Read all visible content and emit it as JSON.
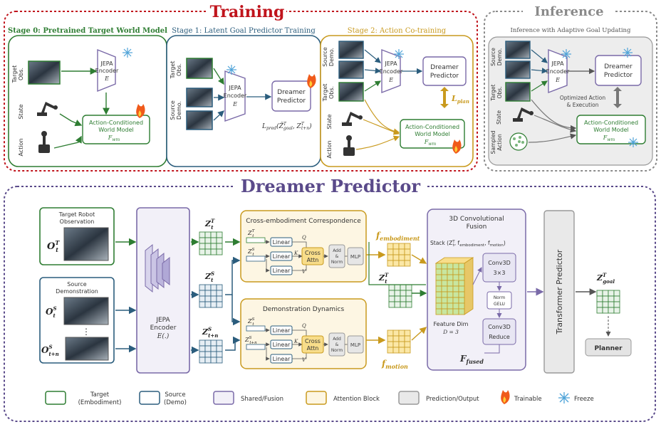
{
  "training": {
    "title": "Training",
    "stage0": {
      "title": "Stage 0: Pretrained Target World Model",
      "label_target_obs_1": "Target",
      "label_target_obs_2": "Obs.",
      "label_state": "State",
      "label_action": "Action",
      "encoder_1": "JEPA",
      "encoder_2": "Encoder",
      "encoder_3": "E",
      "wm_1": "Action-Conditioned",
      "wm_2": "World Model",
      "wm_3": "F",
      "wm_sub": "wm"
    },
    "stage1": {
      "title": "Stage 1: Latent Goal Predictor Training",
      "label_target_obs_1": "Target",
      "label_target_obs_2": "Obs.",
      "label_source_demo_1": "Source",
      "label_source_demo_2": "Demo.",
      "encoder_1": "JEPA",
      "encoder_2": "Encoder",
      "encoder_3": "E",
      "predictor_1": "Dreamer",
      "predictor_2": "Predictor",
      "loss_main": "L",
      "loss_sub": "pred",
      "loss_args": "(Ẑ",
      "loss_args_sup": "T",
      "loss_args_sub1": "goal",
      "loss_args_mid": ", Z",
      "loss_args_sup2": "T",
      "loss_args_sub2": "t+n",
      "loss_args_end": ")"
    },
    "stage2": {
      "title": "Stage 2: Action Co-training",
      "label_source_demo_1": "Source",
      "label_source_demo_2": "Demo.",
      "label_target_obs_1": "Target",
      "label_target_obs_2": "Obs.",
      "label_state": "State",
      "label_action": "Action",
      "encoder_1": "JEPA",
      "encoder_2": "Encoder",
      "encoder_3": "E",
      "predictor_1": "Dreamer",
      "predictor_2": "Predictor",
      "loss_main": "L",
      "loss_sub": "plan",
      "wm_1": "Action-Conditioned",
      "wm_2": "World Model",
      "wm_3": "F",
      "wm_sub": "wm"
    }
  },
  "inference": {
    "title": "Inference",
    "subtitle": "Inference with Adaptive Goal Updating",
    "label_source_demo_1": "Source",
    "label_source_demo_2": "Demo.",
    "label_target_obs_1": "Target",
    "label_target_obs_2": "Obs.",
    "label_state": "State",
    "label_sampled_1": "Sampled",
    "label_sampled_2": "Action",
    "encoder_1": "JEPA",
    "encoder_2": "Encoder",
    "encoder_3": "E",
    "predictor_1": "Dreamer",
    "predictor_2": "Predictor",
    "optimized_1": "Optimized Action",
    "optimized_2": "& Execution",
    "wm_1": "Action-Conditioned",
    "wm_2": "World Model",
    "wm_3": "F",
    "wm_sub": "wm"
  },
  "dreamer": {
    "title": "Dreamer Predictor",
    "target_robot_1": "Target Robot",
    "target_robot_2": "Observation",
    "o_t_T": "O",
    "source_demo_1": "Source",
    "source_demo_2": "Demonstration",
    "o_t_S": "O",
    "o_tn_S": "O",
    "dots": "⋮",
    "encoder_1": "JEPA",
    "encoder_2": "Encoder",
    "encoder_3": "E(.)",
    "z": "Z",
    "sup_T": "T",
    "sup_S": "S",
    "sub_t": "t",
    "sub_tn": "t+n",
    "cross_title": "Cross-embodiment Correspondence",
    "dynamics_title": "Demonstration Dynamics",
    "linear": "Linear",
    "q": "Q",
    "k": "K",
    "v": "V",
    "cross_attn_1": "Cross",
    "cross_attn_2": "Attn",
    "add_norm_1": "Add",
    "add_norm_2": "&",
    "add_norm_3": "Norm",
    "mlp": "MLP",
    "f": "f",
    "f_embodiment_sub": "embodiment",
    "f_motion_sub": "motion",
    "fusion_title_1": "3D Convolutional",
    "fusion_title_2": "Fusion",
    "stack_text": "Stack (Z",
    "stack_rest": ", f",
    "stack_emb": "embodiment",
    "stack_sep": ", f",
    "stack_mot": "motion",
    "stack_end": ")",
    "conv3d_1": "Conv3D",
    "conv3d_2": "3×3",
    "norm_1": "Norm",
    "norm_2": "GELU",
    "reduce_1": "Conv3D",
    "reduce_2": "Reduce",
    "feature_dim_1": "Feature Dim",
    "feature_dim_2": "D = 3",
    "f_fused": "F",
    "f_fused_sub": "fused",
    "transformer": "Transformer  Predictor",
    "z_goal_sub": "goal",
    "planner": "Planner"
  },
  "legend": {
    "target_1": "Target",
    "target_2": "(Embodiment)",
    "source_1": "Source",
    "source_2": "(Demo)",
    "shared": "Shared/Fusion",
    "attention": "Attention Block",
    "prediction": "Prediction/Output",
    "trainable": "Trainable",
    "freeze": "Freeze"
  },
  "colors": {
    "training_red": "#c0141c",
    "inference_gray": "#8a8a8a",
    "dreamer_purple": "#5a4a8a",
    "target_green": "#2e7d32",
    "source_blue": "#2b5d7d",
    "attention_gold": "#c99a1e",
    "shared_purple": "#7a6aa8"
  }
}
